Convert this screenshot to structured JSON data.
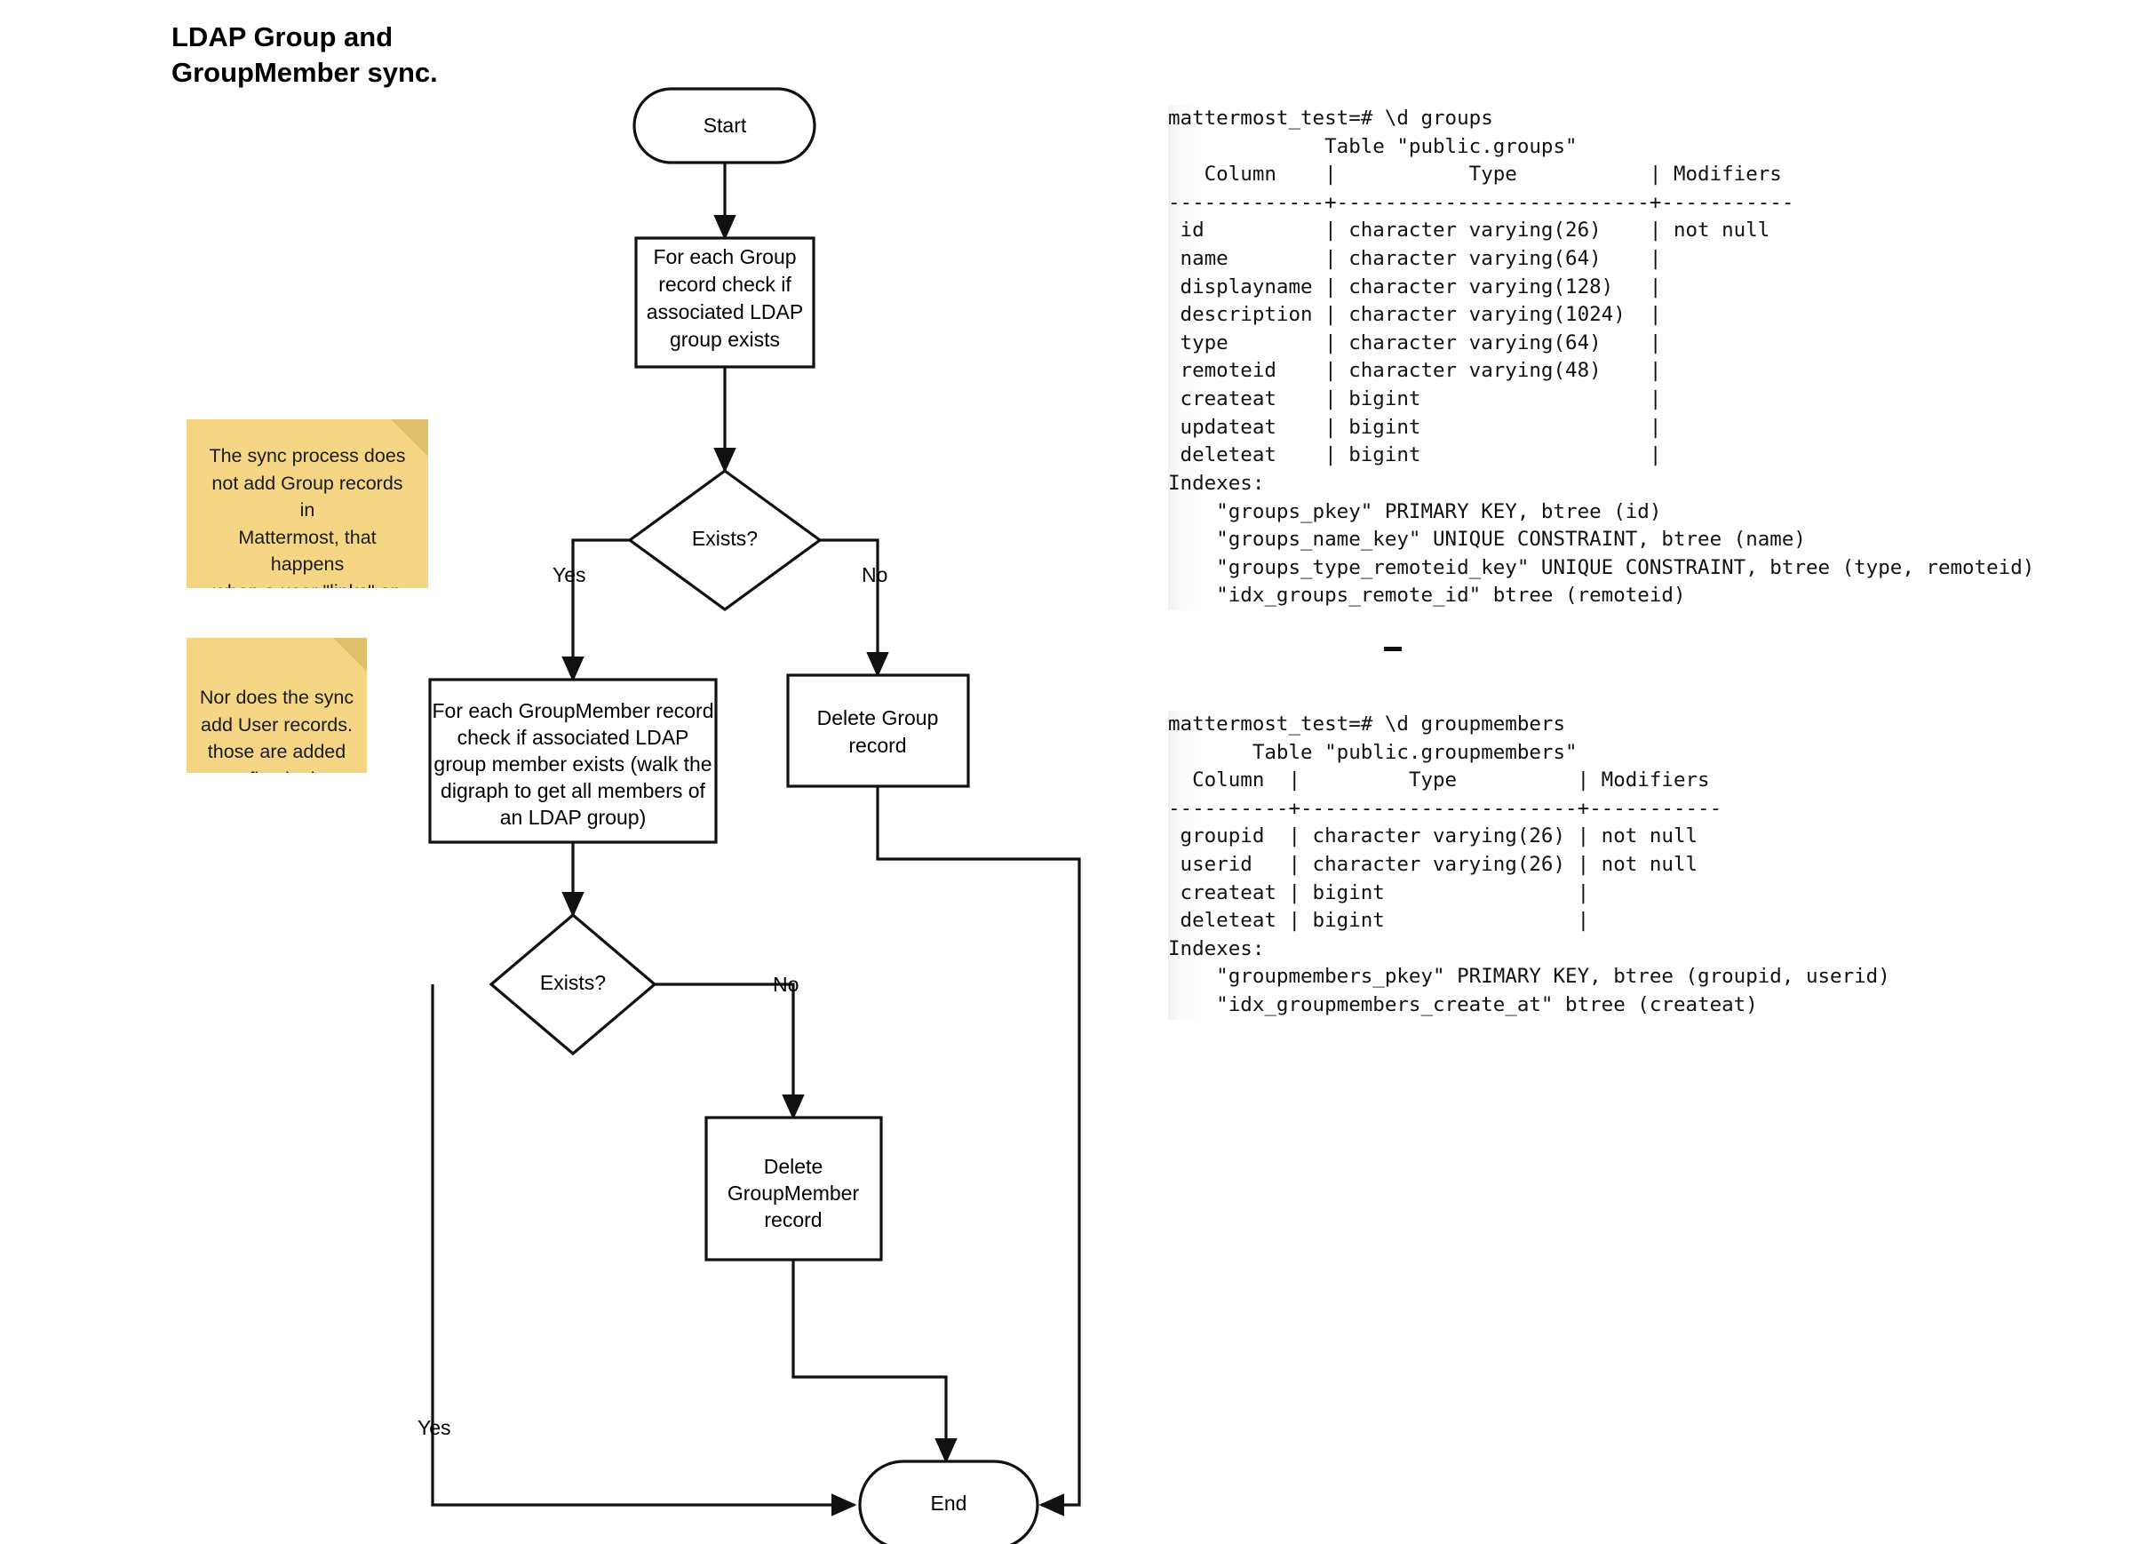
{
  "title": "LDAP Group and\nGroupMember sync.",
  "flowchart": {
    "nodes": {
      "start": "Start",
      "check_group": "For each Group\nrecord check if\nassociated LDAP\ngroup exists",
      "exists_1": "Exists?",
      "check_groupmember": "For each GroupMember record\ncheck if associated LDAP\ngroup member exists (walk the\ndigraph to get all members of\nan LDAP group)",
      "delete_group": "Delete Group\nrecord",
      "exists_2": "Exists?",
      "delete_groupmember": "Delete\nGroupMember\nrecord",
      "end": "End"
    },
    "edge_labels": {
      "exists1_yes": "Yes",
      "exists1_no": "No",
      "exists2_no": "No",
      "exists2_yes": "Yes"
    }
  },
  "notes": [
    {
      "id": "sticky-note-1",
      "text": "The sync process does\nnot add Group records in\nMattermost, that happens\nwhen a user \"links\" an\nLDAP group in the UI."
    },
    {
      "id": "sticky-note-2",
      "text": "Nor does the sync\nadd User records.\nthose are added\non first login."
    }
  ],
  "terminals": {
    "groups": {
      "prompt": "mattermost_test=# \\d groups",
      "text": "mattermost_test=# \\d groups\n             Table \"public.groups\"\n   Column    |           Type           | Modifiers\n-------------+--------------------------+-----------\n id          | character varying(26)    | not null\n name        | character varying(64)    |\n displayname | character varying(128)   |\n description | character varying(1024)  |\n type        | character varying(64)    |\n remoteid    | character varying(48)    |\n createat    | bigint                   |\n updateat    | bigint                   |\n deleteat    | bigint                   |\nIndexes:\n    \"groups_pkey\" PRIMARY KEY, btree (id)\n    \"groups_name_key\" UNIQUE CONSTRAINT, btree (name)\n    \"groups_type_remoteid_key\" UNIQUE CONSTRAINT, btree (type, remoteid)\n    \"idx_groups_remote_id\" btree (remoteid)"
    },
    "groupmembers": {
      "prompt": "mattermost_test=# \\d groupmembers",
      "text": "mattermost_test=# \\d groupmembers\n       Table \"public.groupmembers\"\n  Column  |         Type          | Modifiers\n----------+-----------------------+-----------\n groupid  | character varying(26) | not null\n userid   | character varying(26) | not null\n createat | bigint                |\n deleteat | bigint                |\nIndexes:\n    \"groupmembers_pkey\" PRIMARY KEY, btree (groupid, userid)\n    \"idx_groupmembers_create_at\" btree (createat)"
    }
  },
  "colors": {
    "sticky_fill": "#f4d684",
    "sticky_fold": "#dfc06a",
    "stroke": "#111111",
    "background": "#ffffff"
  }
}
